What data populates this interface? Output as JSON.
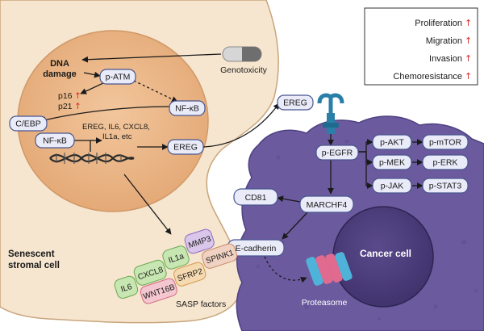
{
  "labels": {
    "dna_damage_line1": "DNA",
    "dna_damage_line2": "damage",
    "p16": "p16",
    "p21": "p21",
    "genotoxicity": "Genotoxicity",
    "ereg_list_line1": "EREG, IL6, CXCL8,",
    "ereg_list_line2": "IL1a, etc",
    "sasp_factors": "SASP factors",
    "senescent_line1": "Senescent",
    "senescent_line2": "stromal cell",
    "cancer_cell": "Cancer cell",
    "proteasome": "Proteasome"
  },
  "nodes": {
    "p_atm": "p-ATM",
    "nfkb_outer": "NF-κB",
    "cebp": "C/EBP",
    "nfkb_inner": "NF-κB",
    "ereg_stromal": "EREG",
    "ereg_receptor": "EREG",
    "p_egfr": "p-EGFR",
    "p_akt": "p-AKT",
    "p_mtor": "p-mTOR",
    "p_mek": "p-MEK",
    "p_erk": "p-ERK",
    "p_jak": "p-JAK",
    "p_stat3": "p-STAT3",
    "cd81": "CD81",
    "marchf4": "MARCHF4",
    "e_cadherin": "E-cadherin"
  },
  "sasp": {
    "il6": "IL6",
    "cxcl8": "CXCL8",
    "il1a": "IL1a",
    "mmp3": "MMP3",
    "wnt16b": "WNT16B",
    "sfrp2": "SFRP2",
    "spink1": "SPINK1"
  },
  "legend": {
    "proliferation": "Proliferation",
    "migration": "Migration",
    "invasion": "Invasion",
    "chemoresistance": "Chemoresistance"
  },
  "colors": {
    "stromal_cell": "#f6e6cf",
    "nucleus": "#e9b78a",
    "cancer_cell": "#6b5a9e",
    "cancer_nucleus": "#4a3c7a",
    "receptor": "#2a7fa8",
    "up_arrow": "#d62828",
    "sasp_il6": "#c7e6b2",
    "sasp_mmp3": "#d9c6ea",
    "sasp_wnt16b": "#f4c6cf",
    "sasp_sfrp2": "#f5d9b0",
    "sasp_spink1": "#f0d2c2"
  }
}
